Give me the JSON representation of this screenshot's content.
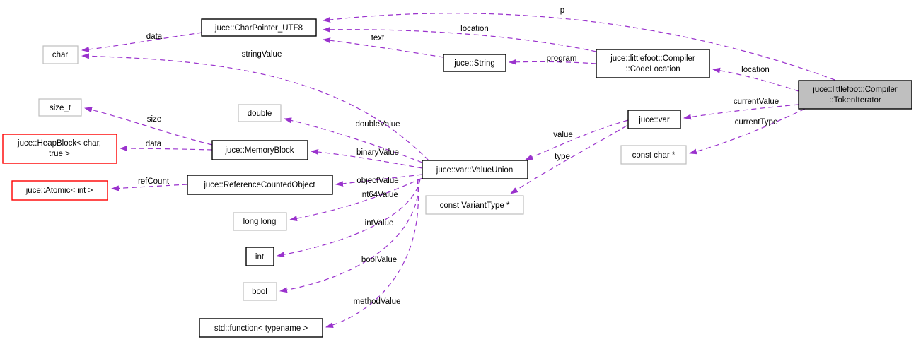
{
  "diagram": {
    "type": "doxygen-collaboration-graph",
    "colors": {
      "edge": "#9a32cd",
      "documented_border": "#000000",
      "undocumented_border": "#bdbdbd",
      "template_border": "#ff0000",
      "current_node_fill": "#bfbfbf",
      "background": "#ffffff"
    },
    "nodes": {
      "char": {
        "label": "char"
      },
      "charpointer": {
        "label": "juce::CharPointer_UTF8"
      },
      "string": {
        "label": "juce::String"
      },
      "codelocation": {
        "lines": [
          "juce::littlefoot::Compiler",
          "::CodeLocation"
        ]
      },
      "tokeniterator": {
        "lines": [
          "juce::littlefoot::Compiler",
          "::TokenIterator"
        ]
      },
      "var": {
        "label": "juce::var"
      },
      "constchar": {
        "label": "const char *"
      },
      "sizet": {
        "label": "size_t"
      },
      "double": {
        "label": "double"
      },
      "heapblock": {
        "lines": [
          "juce::HeapBlock< char,",
          "true >"
        ]
      },
      "memoryblock": {
        "label": "juce::MemoryBlock"
      },
      "atomic": {
        "label": "juce::Atomic< int >"
      },
      "refcounted": {
        "label": "juce::ReferenceCountedObject"
      },
      "valueunion": {
        "label": "juce::var::ValueUnion"
      },
      "varianttype": {
        "label": "const VariantType *"
      },
      "longlong": {
        "label": "long long"
      },
      "int": {
        "label": "int"
      },
      "bool": {
        "label": "bool"
      },
      "stdfunction": {
        "label": "std::function< typename >"
      }
    },
    "edges": {
      "data_char": {
        "label": "data"
      },
      "string_value": {
        "label": "stringValue"
      },
      "text": {
        "label": "text"
      },
      "location_top": {
        "label": "location"
      },
      "p": {
        "label": "p"
      },
      "program": {
        "label": "program"
      },
      "location_right": {
        "label": "location"
      },
      "current_value": {
        "label": "currentValue"
      },
      "current_type": {
        "label": "currentType"
      },
      "value": {
        "label": "value"
      },
      "type": {
        "label": "type"
      },
      "size": {
        "label": "size"
      },
      "data_heap": {
        "label": "data"
      },
      "ref_count": {
        "label": "refCount"
      },
      "double_value": {
        "label": "doubleValue"
      },
      "binary_value": {
        "label": "binaryValue"
      },
      "object_value": {
        "label": "objectValue"
      },
      "int64_value": {
        "label": "int64Value"
      },
      "int_value": {
        "label": "intValue"
      },
      "bool_value": {
        "label": "boolValue"
      },
      "method_value": {
        "label": "methodValue"
      }
    }
  }
}
